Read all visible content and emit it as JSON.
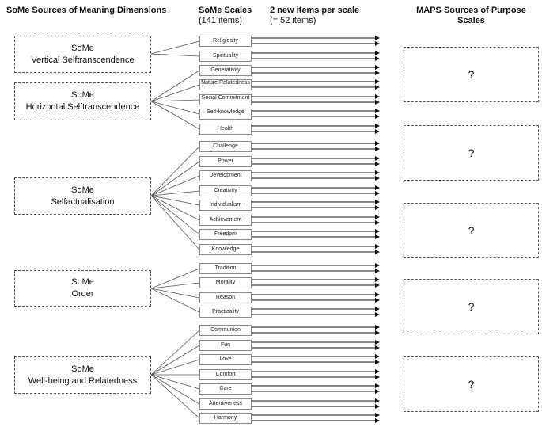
{
  "headers": {
    "dimensions": "SoMe Sources of Meaning Dimensions",
    "scales_title": "SoMe Scales",
    "scales_sub": "(141 items)",
    "new_items_title": "2 new items per scale",
    "new_items_sub": "(= 52 items)",
    "maps_title_line1": "MAPS Sources of Purpose",
    "maps_title_line2": "Scales"
  },
  "dimensions": [
    {
      "line1": "SoMe",
      "line2": "Vertical Selftranscendence",
      "scales": [
        "Religiosity",
        "Spirituality"
      ]
    },
    {
      "line1": "SoMe",
      "line2": "Horizontal Selftranscendence",
      "scales": [
        "Generativity",
        "Nature Relatedness",
        "Social Commitment",
        "Self-knowledge",
        "Health"
      ]
    },
    {
      "line1": "SoMe",
      "line2": "Selfactualisation",
      "scales": [
        "Challenge",
        "Power",
        "Development",
        "Creativity",
        "Individualism",
        "Achievement",
        "Freedom",
        "Knowledge"
      ]
    },
    {
      "line1": "SoMe",
      "line2": "Order",
      "scales": [
        "Tradition",
        "Morality",
        "Reason",
        "Practicality"
      ]
    },
    {
      "line1": "SoMe",
      "line2": "Well-being and Relatedness",
      "scales": [
        "Communion",
        "Fun",
        "Love",
        "Comfort",
        "Care",
        "Attentiveness",
        "Harmony"
      ]
    }
  ],
  "maps_boxes": [
    "?",
    "?",
    "?",
    "?",
    "?"
  ],
  "colors": {
    "line": "#555555",
    "arrow": "#111111"
  }
}
